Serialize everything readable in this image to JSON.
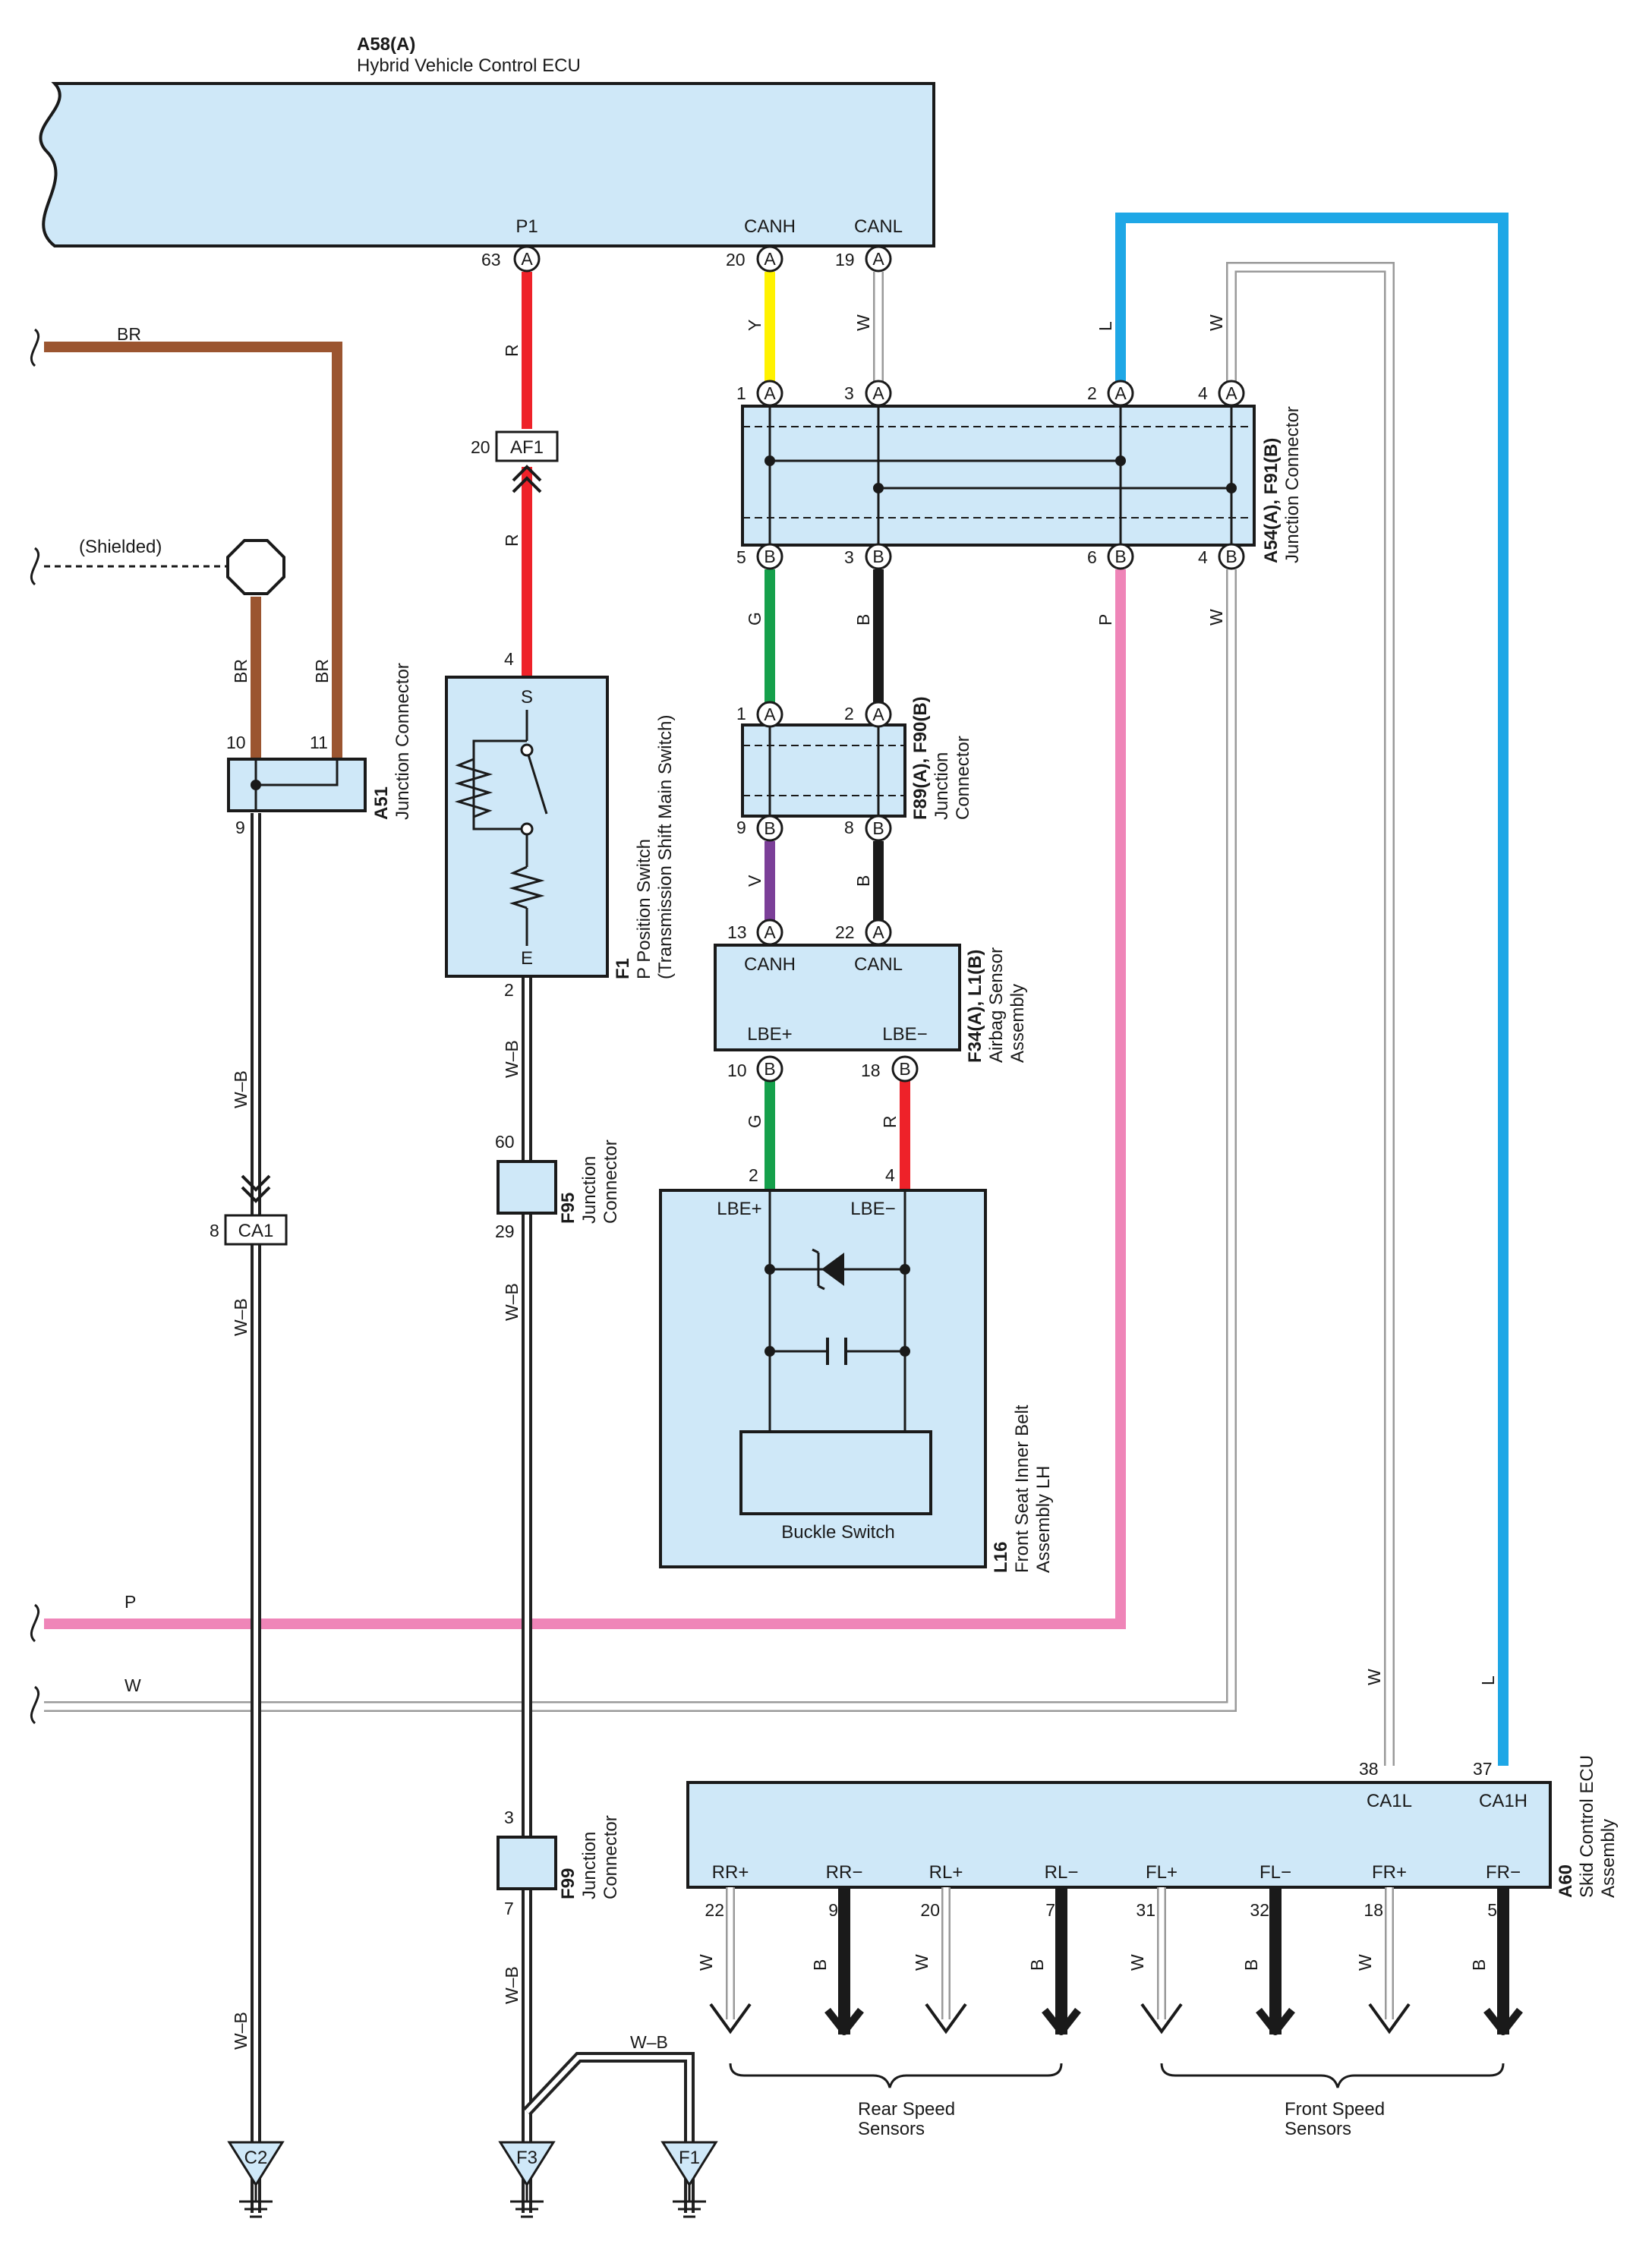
{
  "components": {
    "a58": {
      "code": "A58(A)",
      "name": "Hybrid Vehicle Control ECU",
      "pins": [
        "P1",
        "CANH",
        "CANL"
      ]
    },
    "a54": {
      "code": "A54(A), F91(B)",
      "name": "Junction Connector"
    },
    "a51": {
      "code": "A51",
      "name": "Junction Connector"
    },
    "f1": {
      "code": "F1",
      "name1": "P Position Switch",
      "name2": "(Transmission Shift Main Switch)",
      "s": "S",
      "e": "E"
    },
    "f89": {
      "code": "F89(A), F90(B)",
      "name1": "Junction",
      "name2": "Connector"
    },
    "f34": {
      "code": "F34(A), L1(B)",
      "name1": "Airbag Sensor",
      "name2": "Assembly",
      "pins": [
        "CANH",
        "CANL",
        "LBE+",
        "LBE−"
      ]
    },
    "f95": {
      "code": "F95",
      "name1": "Junction",
      "name2": "Connector"
    },
    "l16": {
      "code": "L16",
      "name1": "Front Seat Inner Belt",
      "name2": "Assembly LH",
      "pins": [
        "LBE+",
        "LBE−"
      ],
      "switch": "Buckle Switch"
    },
    "f99": {
      "code": "F99",
      "name1": "Junction",
      "name2": "Connector"
    },
    "a60": {
      "code": "A60",
      "name1": "Skid Control ECU",
      "name2": "Assembly",
      "top_pins": [
        "CA1L",
        "CA1H"
      ],
      "bottom_pins": [
        "RR+",
        "RR−",
        "RL+",
        "RL−",
        "FL+",
        "FL−",
        "FR+",
        "FR−"
      ]
    }
  },
  "connectors": {
    "af1": "AF1",
    "ca1": "CA1"
  },
  "grounds": [
    "C2",
    "F3",
    "F1"
  ],
  "shielded": "(Shielded)",
  "sensor_groups": [
    "Rear Speed",
    "Sensors",
    "Front Speed",
    "Sensors"
  ],
  "pin_numbers": {
    "a58": [
      "63",
      "20",
      "19"
    ],
    "a54_top": [
      "1",
      "3",
      "2",
      "4"
    ],
    "a54_bot": [
      "5",
      "3",
      "6",
      "4"
    ],
    "af1": "20",
    "f1": [
      "4",
      "2"
    ],
    "a51": [
      "10",
      "11",
      "9"
    ],
    "ca1": "8",
    "f89_top": [
      "1",
      "2"
    ],
    "f89_bot": [
      "9",
      "8"
    ],
    "f34_top": [
      "13",
      "22"
    ],
    "f34_bot": [
      "10",
      "18"
    ],
    "l16": [
      "2",
      "4"
    ],
    "f95": [
      "60",
      "29"
    ],
    "f99": [
      "3",
      "7"
    ],
    "a60_top": [
      "38",
      "37"
    ],
    "a60_bot": [
      "22",
      "9",
      "20",
      "7",
      "31",
      "32",
      "18",
      "5"
    ]
  },
  "connector_letters": {
    "a": "A",
    "b": "B"
  },
  "wire_colors": {
    "br": "BR",
    "r": "R",
    "y": "Y",
    "w": "W",
    "l": "L",
    "g": "G",
    "b": "B",
    "v": "V",
    "p": "P",
    "wb": "W–B"
  },
  "palette": {
    "br": "#9b5530",
    "r": "#ee2229",
    "y": "#fff200",
    "l": "#1ea7e6",
    "g": "#15a04b",
    "b": "#1a1a1a",
    "v": "#7b3f98",
    "p": "#ef85b8",
    "box": "#cfe8f8"
  }
}
